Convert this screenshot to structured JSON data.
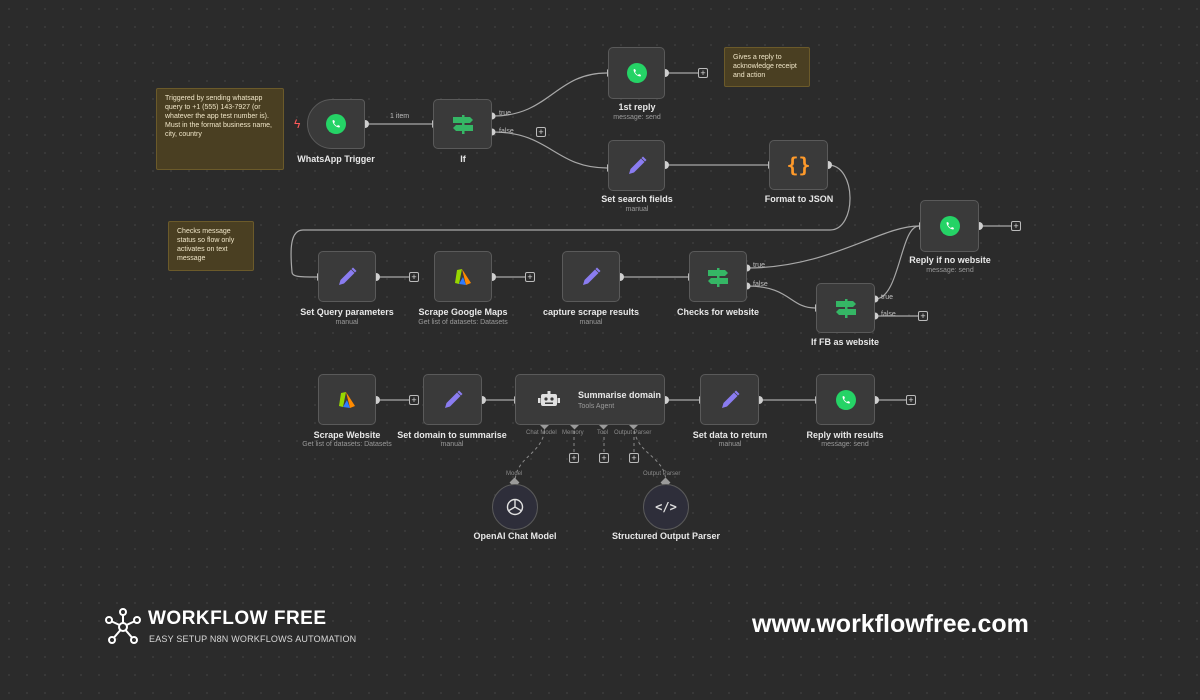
{
  "notes": {
    "trigger": "Triggered by sending whatsapp query to +1 (555) 143-7927 (or whatever the app test number is). Must in the format business name, city, country",
    "reply": "Gives a reply to acknowledge receipt and action",
    "checks": "Checks message status so flow only activates on text message"
  },
  "edges": {
    "items": "1 item",
    "true": "true",
    "false": "false"
  },
  "nodes": {
    "whatsapp_trigger": {
      "title": "WhatsApp Trigger"
    },
    "if": {
      "title": "If"
    },
    "first_reply": {
      "title": "1st reply",
      "sub": "message: send"
    },
    "set_search_fields": {
      "title": "Set search fields",
      "sub": "manual"
    },
    "format_json": {
      "title": "Format to JSON"
    },
    "reply_no_website": {
      "title": "Reply if no website",
      "sub": "message: send"
    },
    "set_query": {
      "title": "Set Query parameters",
      "sub": "manual"
    },
    "scrape_maps": {
      "title": "Scrape Google Maps",
      "sub": "Get list of datasets: Datasets"
    },
    "capture_scrape": {
      "title": "capture scrape results",
      "sub": "manual"
    },
    "checks_website": {
      "title": "Checks for website"
    },
    "if_fb": {
      "title": "If FB as website"
    },
    "scrape_website": {
      "title": "Scrape Website",
      "sub": "Get list of datasets: Datasets"
    },
    "set_domain": {
      "title": "Set domain to summarise",
      "sub": "manual"
    },
    "summarise_domain": {
      "title": "Summarise domain",
      "sub": "Tools Agent"
    },
    "set_data": {
      "title": "Set data to return",
      "sub": "manual"
    },
    "reply_results": {
      "title": "Reply with results",
      "sub": "message: send"
    },
    "openai": {
      "title": "OpenAI Chat Model"
    },
    "structured_parser": {
      "title": "Structured Output Parser"
    }
  },
  "ports": {
    "chat_model": "Chat Model",
    "memory": "Memory",
    "tool": "Tool",
    "output_parser": "Output Parser",
    "model": "Model",
    "output_parser_in": "Output Parser"
  },
  "brand": {
    "title": "WORKFLOW FREE",
    "tagline": "EASY SETUP N8N WORKFLOWS AUTOMATION",
    "url": "www.workflowfree.com"
  },
  "icons": {
    "whatsapp": "whatsapp-icon",
    "if": "signpost-icon",
    "set": "pencil-icon",
    "code": "curly-braces-icon",
    "apify": "apify-icon",
    "agent": "robot-icon",
    "openai": "openai-icon",
    "parser": "code-icon"
  },
  "colors": {
    "canvas": "#2b2b2b",
    "node": "#3a3a3a",
    "whatsapp": "#25d366",
    "if": "#35b665",
    "set": "#8a7cf0",
    "code": "#ff9a2a",
    "note": "#4a3f22"
  }
}
